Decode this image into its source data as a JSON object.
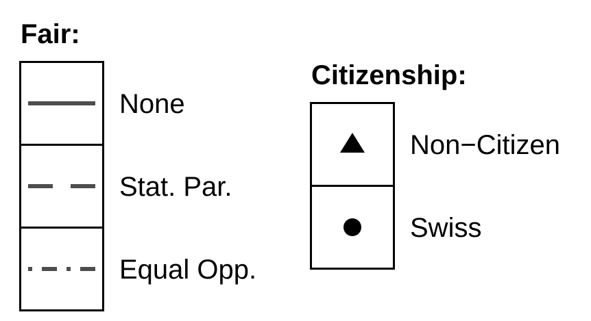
{
  "chart_data": {
    "type": "legend",
    "legends": [
      {
        "title": "Fair:",
        "entries": [
          {
            "label": "None",
            "line_style": "solid"
          },
          {
            "label": "Stat. Par.",
            "line_style": "dashed"
          },
          {
            "label": "Equal Opp.",
            "line_style": "dotdash"
          }
        ]
      },
      {
        "title": "Citizenship:",
        "entries": [
          {
            "label": "Non−Citizen",
            "marker": "triangle"
          },
          {
            "label": "Swiss",
            "marker": "circle"
          }
        ]
      }
    ],
    "colors": {
      "line": "#4d4d4d",
      "marker": "#000000",
      "border": "#000000"
    }
  }
}
